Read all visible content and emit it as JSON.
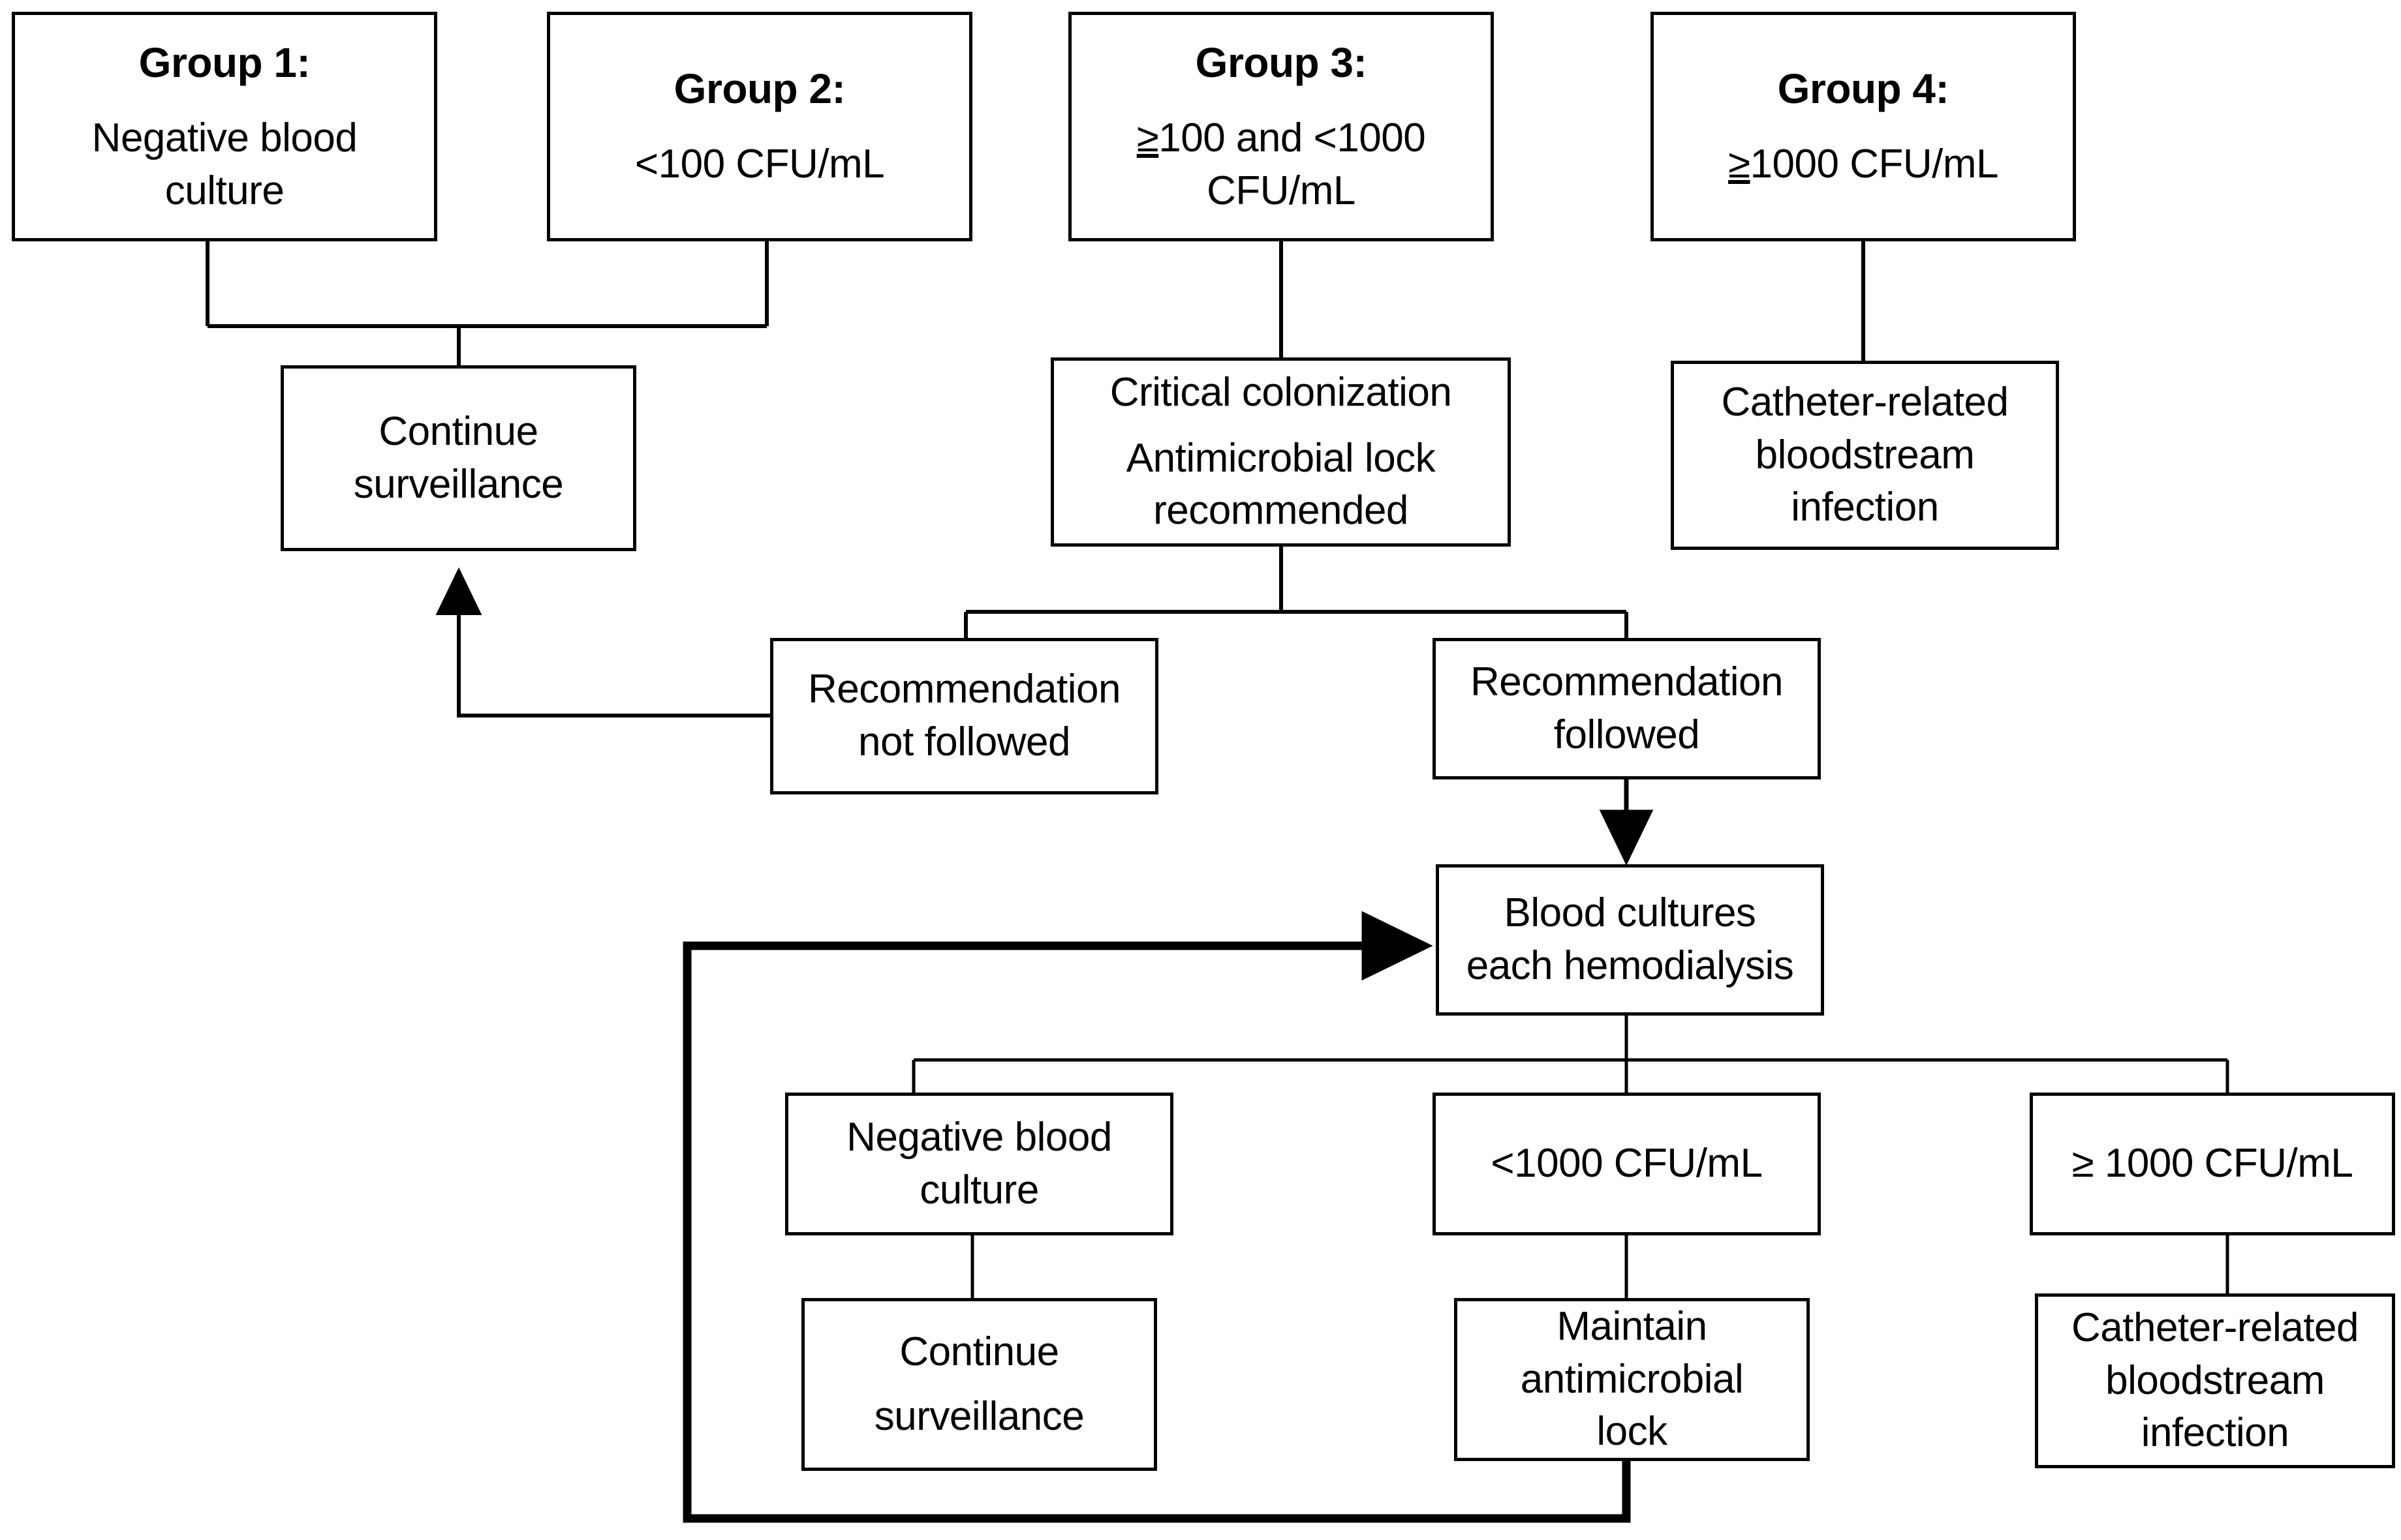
{
  "diagram": {
    "type": "flowchart",
    "title_present": false,
    "colors": {
      "line": "#000000",
      "box_fill": "#ffffff",
      "text": "#000000"
    },
    "nodes": {
      "group1": {
        "title": "Group 1:",
        "body_line1": "Negative  blood",
        "body_line2": "culture"
      },
      "group2": {
        "title": "Group 2:",
        "body_line1": "<100 CFU/mL"
      },
      "group3": {
        "title": "Group 3:",
        "body_prefix": "≥",
        "body_line1": "100 and <1000",
        "body_line2": "CFU/mL"
      },
      "group4": {
        "title": "Group 4:",
        "body_prefix": "≥",
        "body_line1": "1000 CFU/mL"
      },
      "continue_surveillance_top": {
        "line1": "Continue",
        "line2": "surveillance"
      },
      "critical_colonization": {
        "line1": "Critical colonization",
        "line2": "Antimicrobial lock",
        "line3": "recommended"
      },
      "crbsi_top": {
        "line1": "Catheter-related",
        "line2": "bloodstream",
        "line3": "infection"
      },
      "rec_not_followed": {
        "line1": "Recommendation",
        "line2": "not followed"
      },
      "rec_followed": {
        "line1": "Recommendation",
        "line2": "followed"
      },
      "blood_cultures_hd": {
        "line1": "Blood cultures",
        "line2": "each hemodialysis"
      },
      "neg_blood_culture": {
        "line1": "Negative blood",
        "line2": "culture"
      },
      "lt1000": {
        "line1": "<1000 CFU/mL"
      },
      "ge1000": {
        "line1": "≥ 1000 CFU/mL"
      },
      "continue_surveillance_bottom": {
        "line1": "Continue",
        "line2": "surveillance"
      },
      "maintain_lock": {
        "line1": "Maintain",
        "line2": "antimicrobial",
        "line3": "lock"
      },
      "crbsi_bottom": {
        "line1": "Catheter-related",
        "line2": "bloodstream",
        "line3": "infection"
      }
    },
    "edges": [
      {
        "from": "group1",
        "to": "continue_surveillance_top",
        "arrow": false
      },
      {
        "from": "group2",
        "to": "continue_surveillance_top",
        "arrow": false
      },
      {
        "from": "group3",
        "to": "critical_colonization",
        "arrow": false
      },
      {
        "from": "group4",
        "to": "crbsi_top",
        "arrow": false
      },
      {
        "from": "critical_colonization",
        "to": "rec_not_followed",
        "arrow": false
      },
      {
        "from": "critical_colonization",
        "to": "rec_followed",
        "arrow": false
      },
      {
        "from": "rec_not_followed",
        "to": "continue_surveillance_top",
        "arrow": true
      },
      {
        "from": "rec_followed",
        "to": "blood_cultures_hd",
        "arrow": true
      },
      {
        "from": "blood_cultures_hd",
        "to": "neg_blood_culture",
        "arrow": false
      },
      {
        "from": "blood_cultures_hd",
        "to": "lt1000",
        "arrow": false
      },
      {
        "from": "blood_cultures_hd",
        "to": "ge1000",
        "arrow": false
      },
      {
        "from": "neg_blood_culture",
        "to": "continue_surveillance_bottom",
        "arrow": false
      },
      {
        "from": "lt1000",
        "to": "maintain_lock",
        "arrow": false
      },
      {
        "from": "ge1000",
        "to": "crbsi_bottom",
        "arrow": false
      },
      {
        "from": "maintain_lock",
        "to": "blood_cultures_hd",
        "arrow": true,
        "style": "feedback-loop"
      }
    ]
  }
}
